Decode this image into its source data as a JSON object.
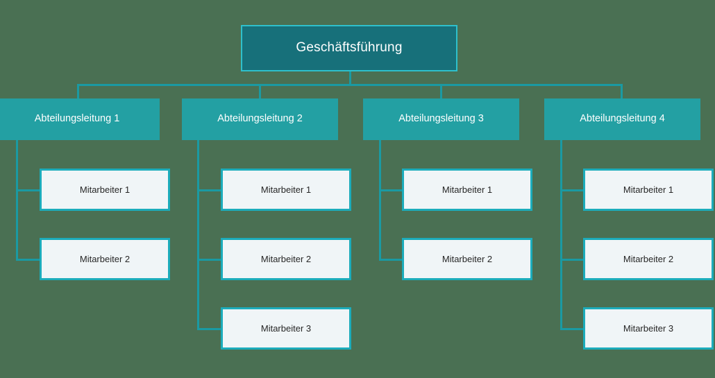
{
  "document": {
    "title": "Organigramm",
    "type": "organizational-chart",
    "language": "de"
  },
  "colors": {
    "background": "#4a7053",
    "ceo_fill": "#17707a",
    "ceo_border": "#2ec0cc",
    "dept_fill": "#23a0a3",
    "employee_fill": "#f0f5f7",
    "employee_border": "#1cacbb",
    "connector": "#1a9aa3",
    "ceo_text": "#ffffff",
    "dept_text": "#ffffff",
    "employee_text": "#262626"
  },
  "chart_data": {
    "type": "diagram",
    "subtype": "org-chart",
    "title": "Geschäftsführung",
    "root": {
      "label": "Geschäftsführung",
      "level": 0
    },
    "departments": [
      {
        "label": "Abteilungsleitung 1",
        "level": 1,
        "employees": [
          {
            "label": "Mitarbeiter 1",
            "level": 2
          },
          {
            "label": "Mitarbeiter 2",
            "level": 2
          }
        ]
      },
      {
        "label": "Abteilungsleitung 2",
        "level": 1,
        "employees": [
          {
            "label": "Mitarbeiter 1",
            "level": 2
          },
          {
            "label": "Mitarbeiter 2",
            "level": 2
          },
          {
            "label": "Mitarbeiter 3",
            "level": 2
          }
        ]
      },
      {
        "label": "Abteilungsleitung 3",
        "level": 1,
        "employees": [
          {
            "label": "Mitarbeiter 1",
            "level": 2
          },
          {
            "label": "Mitarbeiter 2",
            "level": 2
          }
        ]
      },
      {
        "label": "Abteilungsleitung 4",
        "level": 1,
        "employees": [
          {
            "label": "Mitarbeiter 1",
            "level": 2
          },
          {
            "label": "Mitarbeiter 2",
            "level": 2
          },
          {
            "label": "Mitarbeiter 3",
            "level": 2
          }
        ]
      }
    ],
    "counts": {
      "departments": 4,
      "employees_total": 10
    }
  }
}
